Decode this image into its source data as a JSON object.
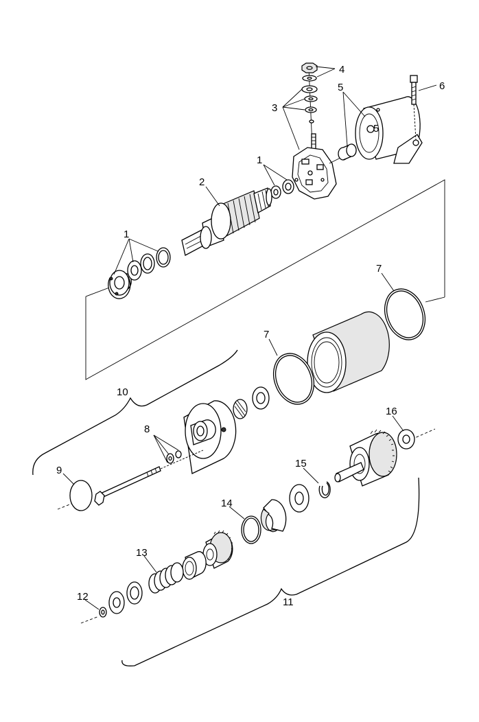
{
  "diagram": {
    "callouts": [
      {
        "id": "c1a",
        "text": "1"
      },
      {
        "id": "c1b",
        "text": "1"
      },
      {
        "id": "c2",
        "text": "2"
      },
      {
        "id": "c3",
        "text": "3"
      },
      {
        "id": "c4",
        "text": "4"
      },
      {
        "id": "c5a",
        "text": "5"
      },
      {
        "id": "c5b",
        "text": "5"
      },
      {
        "id": "c6",
        "text": "6"
      },
      {
        "id": "c7a",
        "text": "7"
      },
      {
        "id": "c7b",
        "text": "7"
      },
      {
        "id": "c8",
        "text": "8"
      },
      {
        "id": "c9",
        "text": "9"
      },
      {
        "id": "c10",
        "text": "10"
      },
      {
        "id": "c11",
        "text": "11"
      },
      {
        "id": "c12",
        "text": "12"
      },
      {
        "id": "c13",
        "text": "13"
      },
      {
        "id": "c14",
        "text": "14"
      },
      {
        "id": "c15",
        "text": "15"
      },
      {
        "id": "c16",
        "text": "16"
      }
    ]
  }
}
